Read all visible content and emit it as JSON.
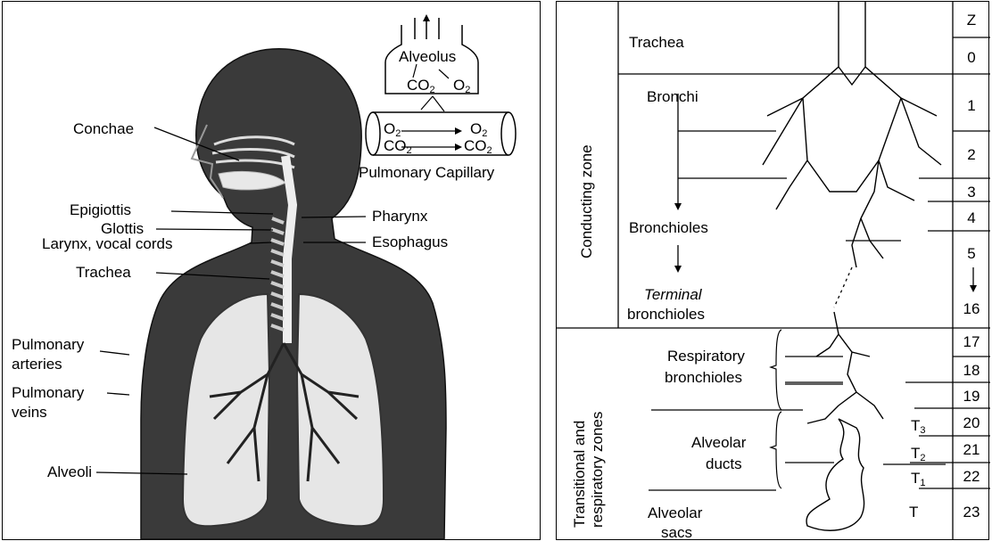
{
  "left": {
    "anatomy_labels": {
      "conchae": "Conchae",
      "epiglottis": "Epigiottis",
      "glottis": "Glottis",
      "larynx": "Larynx, vocal cords",
      "trachea": "Trachea",
      "pulmonary_arteries_1": "Pulmonary",
      "pulmonary_arteries_2": "arteries",
      "pulmonary_veins_1": "Pulmonary",
      "pulmonary_veins_2": "veins",
      "alveoli": "Alveoli",
      "pharynx": "Pharynx",
      "esophagus": "Esophagus"
    },
    "inset": {
      "alveolus": "Alveolus",
      "co2": "CO",
      "o2": "O",
      "sub2": "2",
      "capillary": "Pulmonary Capillary"
    }
  },
  "right": {
    "z_header": "Z",
    "generations": [
      "0",
      "1",
      "2",
      "3",
      "4",
      "5",
      "16",
      "17",
      "18",
      "19",
      "20",
      "21",
      "22",
      "23"
    ],
    "zones": {
      "conducting": "Conducting zone",
      "transitional_1": "Transitional and",
      "transitional_2": "respiratory zones"
    },
    "labels": {
      "trachea": "Trachea",
      "bronchi": "Bronchi",
      "bronchioles": "Bronchioles",
      "terminal_1": "Terminal",
      "terminal_2": "bronchioles",
      "resp_1": "Respiratory",
      "resp_2": "bronchioles",
      "alv_ducts_1": "Alveolar",
      "alv_ducts_2": "ducts",
      "alv_sacs_1": "Alveolar",
      "alv_sacs_2": "sacs"
    },
    "t_labels": {
      "t3": "T",
      "t2": "T",
      "t1": "T",
      "t": "T",
      "s3": "3",
      "s2": "2",
      "s1": "1"
    }
  }
}
